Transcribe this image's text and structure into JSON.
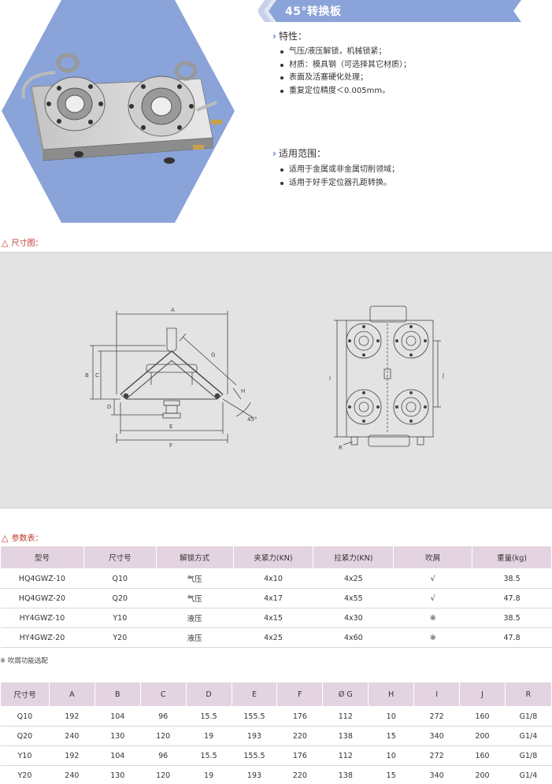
{
  "header": {
    "title": "45°转换板"
  },
  "features": {
    "heading": "特性：",
    "items": [
      "气压/液压解锁，机械锁紧；",
      "材质：模具钢（可选择其它材质）；",
      "表面及活塞硬化处理；",
      "重复定位精度＜0.005mm。"
    ]
  },
  "applications": {
    "heading": "适用范围：",
    "items": [
      "适用于金属或非金属切削领域；",
      "适用于好手定位器孔距转换。"
    ]
  },
  "dimension_drawing": {
    "heading": "尺寸图：",
    "labels": {
      "A": "A",
      "B": "B",
      "C": "C",
      "D": "D",
      "E": "E",
      "F": "F",
      "G": "G",
      "H": "H",
      "I": "I",
      "J": "J",
      "R": "R",
      "angle": "45°"
    }
  },
  "params": {
    "heading": "参数表：",
    "columns": [
      "型号",
      "尺寸号",
      "解锁方式",
      "夹紧力(KN)",
      "拉紧力(KN)",
      "吹屑",
      "重量(kg)"
    ],
    "rows": [
      [
        "HQ4GWZ-10",
        "Q10",
        "气压",
        "4x10",
        "4x25",
        "√",
        "38.5"
      ],
      [
        "HQ4GWZ-20",
        "Q20",
        "气压",
        "4x17",
        "4x55",
        "√",
        "47.8"
      ],
      [
        "HY4GWZ-10",
        "Y10",
        "液压",
        "4x15",
        "4x30",
        "※",
        "38.5"
      ],
      [
        "HY4GWZ-20",
        "Y20",
        "液压",
        "4x25",
        "4x60",
        "※",
        "47.8"
      ]
    ],
    "note": "※ 吹屑功能选配"
  },
  "sizes": {
    "columns": [
      "尺寸号",
      "A",
      "B",
      "C",
      "D",
      "E",
      "F",
      "Ø G",
      "H",
      "I",
      "J",
      "R"
    ],
    "rows": [
      [
        "Q10",
        "192",
        "104",
        "96",
        "15.5",
        "155.5",
        "176",
        "112",
        "10",
        "272",
        "160",
        "G1/8"
      ],
      [
        "Q20",
        "240",
        "130",
        "120",
        "19",
        "193",
        "220",
        "138",
        "15",
        "340",
        "200",
        "G1/4"
      ],
      [
        "Y10",
        "192",
        "104",
        "96",
        "15.5",
        "155.5",
        "176",
        "112",
        "10",
        "272",
        "160",
        "G1/8"
      ],
      [
        "Y20",
        "240",
        "130",
        "120",
        "19",
        "193",
        "220",
        "138",
        "15",
        "340",
        "200",
        "G1/4"
      ]
    ]
  },
  "colors": {
    "hexagon": "#8aa3d9",
    "title_bar": "#8aa3d9",
    "table_header": "#e4d4e1",
    "heading_accent": "#c0392b",
    "drawing_bg": "#e3e3e3"
  }
}
